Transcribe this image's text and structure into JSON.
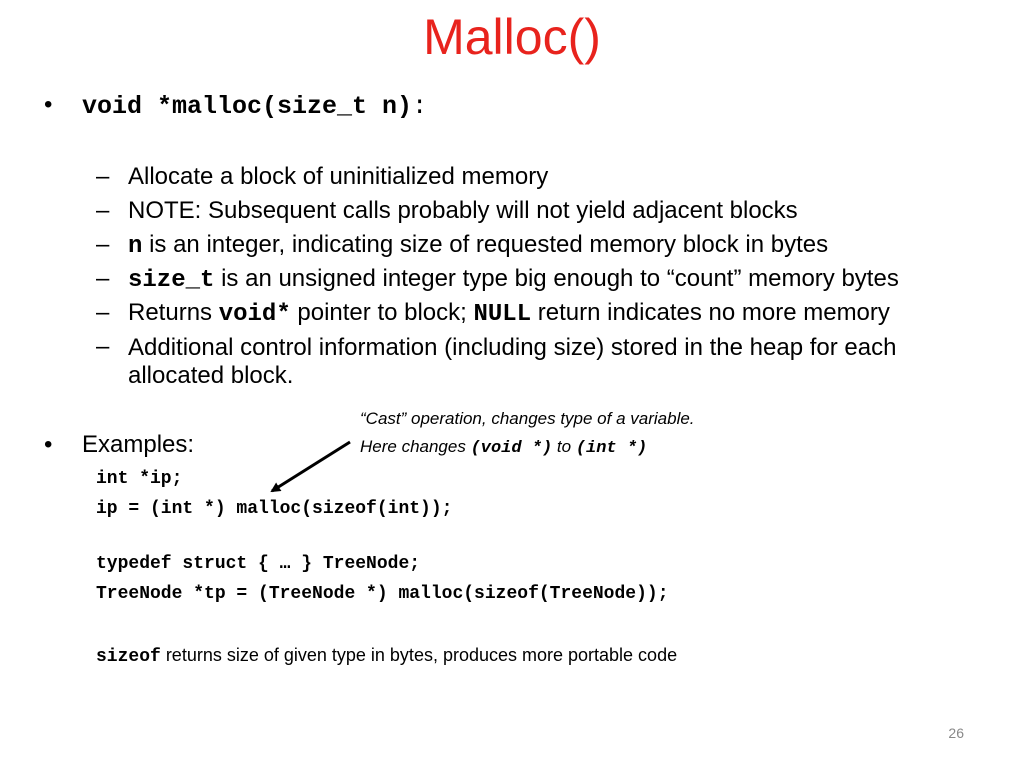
{
  "slide": {
    "title": "Malloc()",
    "page_number": "26"
  },
  "bullets": {
    "bullet_char": "•",
    "dash_char": "–",
    "first": {
      "signature": "void *malloc(size_t n)",
      "signature_end": ":",
      "subitems": {
        "item1": "Allocate a block of uninitialized memory",
        "item2": "NOTE: Subsequent calls probably will not yield adjacent blocks",
        "item3_code": "n",
        "item3_text": " is an integer, indicating size of requested memory block in bytes",
        "item4_code": "size_t",
        "item4_text": " is an unsigned integer type big enough to “count” memory bytes",
        "item5_pre": "Returns ",
        "item5_code1": "void*",
        "item5_mid": " pointer to block; ",
        "item5_code2": "NULL",
        "item5_post": " return indicates no more memory",
        "item6": "Additional control information (including size) stored in the heap for each allocated block."
      }
    },
    "second": {
      "label": "Examples:"
    }
  },
  "code": {
    "line1": "int *ip;",
    "line2": "ip = (int *) malloc(sizeof(int));",
    "line3": "typedef struct { … } TreeNode;",
    "line4": "TreeNode *tp = (TreeNode *) malloc(sizeof(TreeNode));"
  },
  "note": {
    "code": "sizeof",
    "text": " returns size of given type in bytes, produces more portable code"
  },
  "callout": {
    "line1": "“Cast” operation, changes type of a variable.",
    "line2_pre": "Here changes ",
    "line2_code1": "(void *)",
    "line2_mid": " to ",
    "line2_code2": "(int *)"
  },
  "colors": {
    "title": "#e8231d",
    "text": "#000000",
    "page_number": "#888888"
  }
}
